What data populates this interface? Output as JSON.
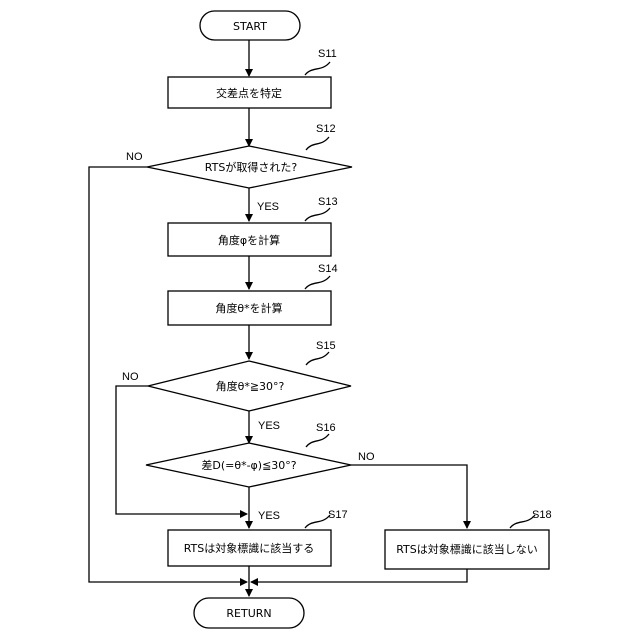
{
  "terminals": {
    "start": "START",
    "end": "RETURN"
  },
  "steps": {
    "s11": {
      "id": "S11",
      "text": "交差点を特定"
    },
    "s12": {
      "id": "S12",
      "text": "RTSが取得された?"
    },
    "s13": {
      "id": "S13",
      "text": "角度φを計算"
    },
    "s14": {
      "id": "S14",
      "text": "角度θ*を計算"
    },
    "s15": {
      "id": "S15",
      "text": "角度θ*≧30°?"
    },
    "s16": {
      "id": "S16",
      "text": "差D(=θ*-φ)≦30°?"
    },
    "s17": {
      "id": "S17",
      "text": "RTSは対象標識に該当する"
    },
    "s18": {
      "id": "S18",
      "text": "RTSは対象標識に該当しない"
    }
  },
  "branches": {
    "yes": "YES",
    "no": "NO"
  }
}
